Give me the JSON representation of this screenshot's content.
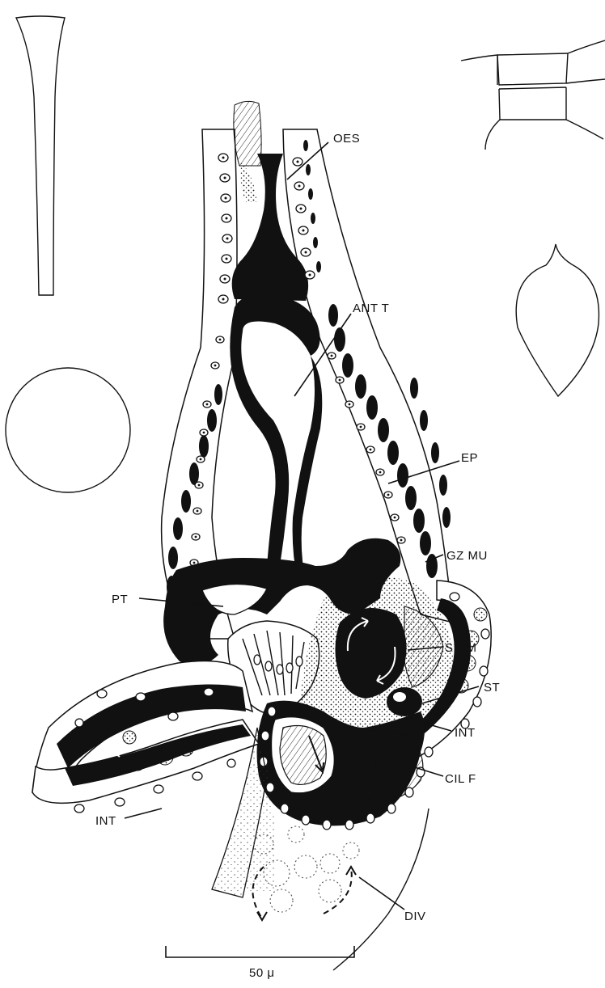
{
  "labels": {
    "oes": "OES",
    "ant_t": "ANT T",
    "ep": "EP",
    "gz_mu": "GZ MU",
    "pt": "PT",
    "s_cm": "S CM",
    "st": "ST",
    "int_right": "INT",
    "cil_f": "CIL F",
    "int_left": "INT",
    "div": "DIV"
  },
  "scale_bar": {
    "label": "50 μ"
  }
}
